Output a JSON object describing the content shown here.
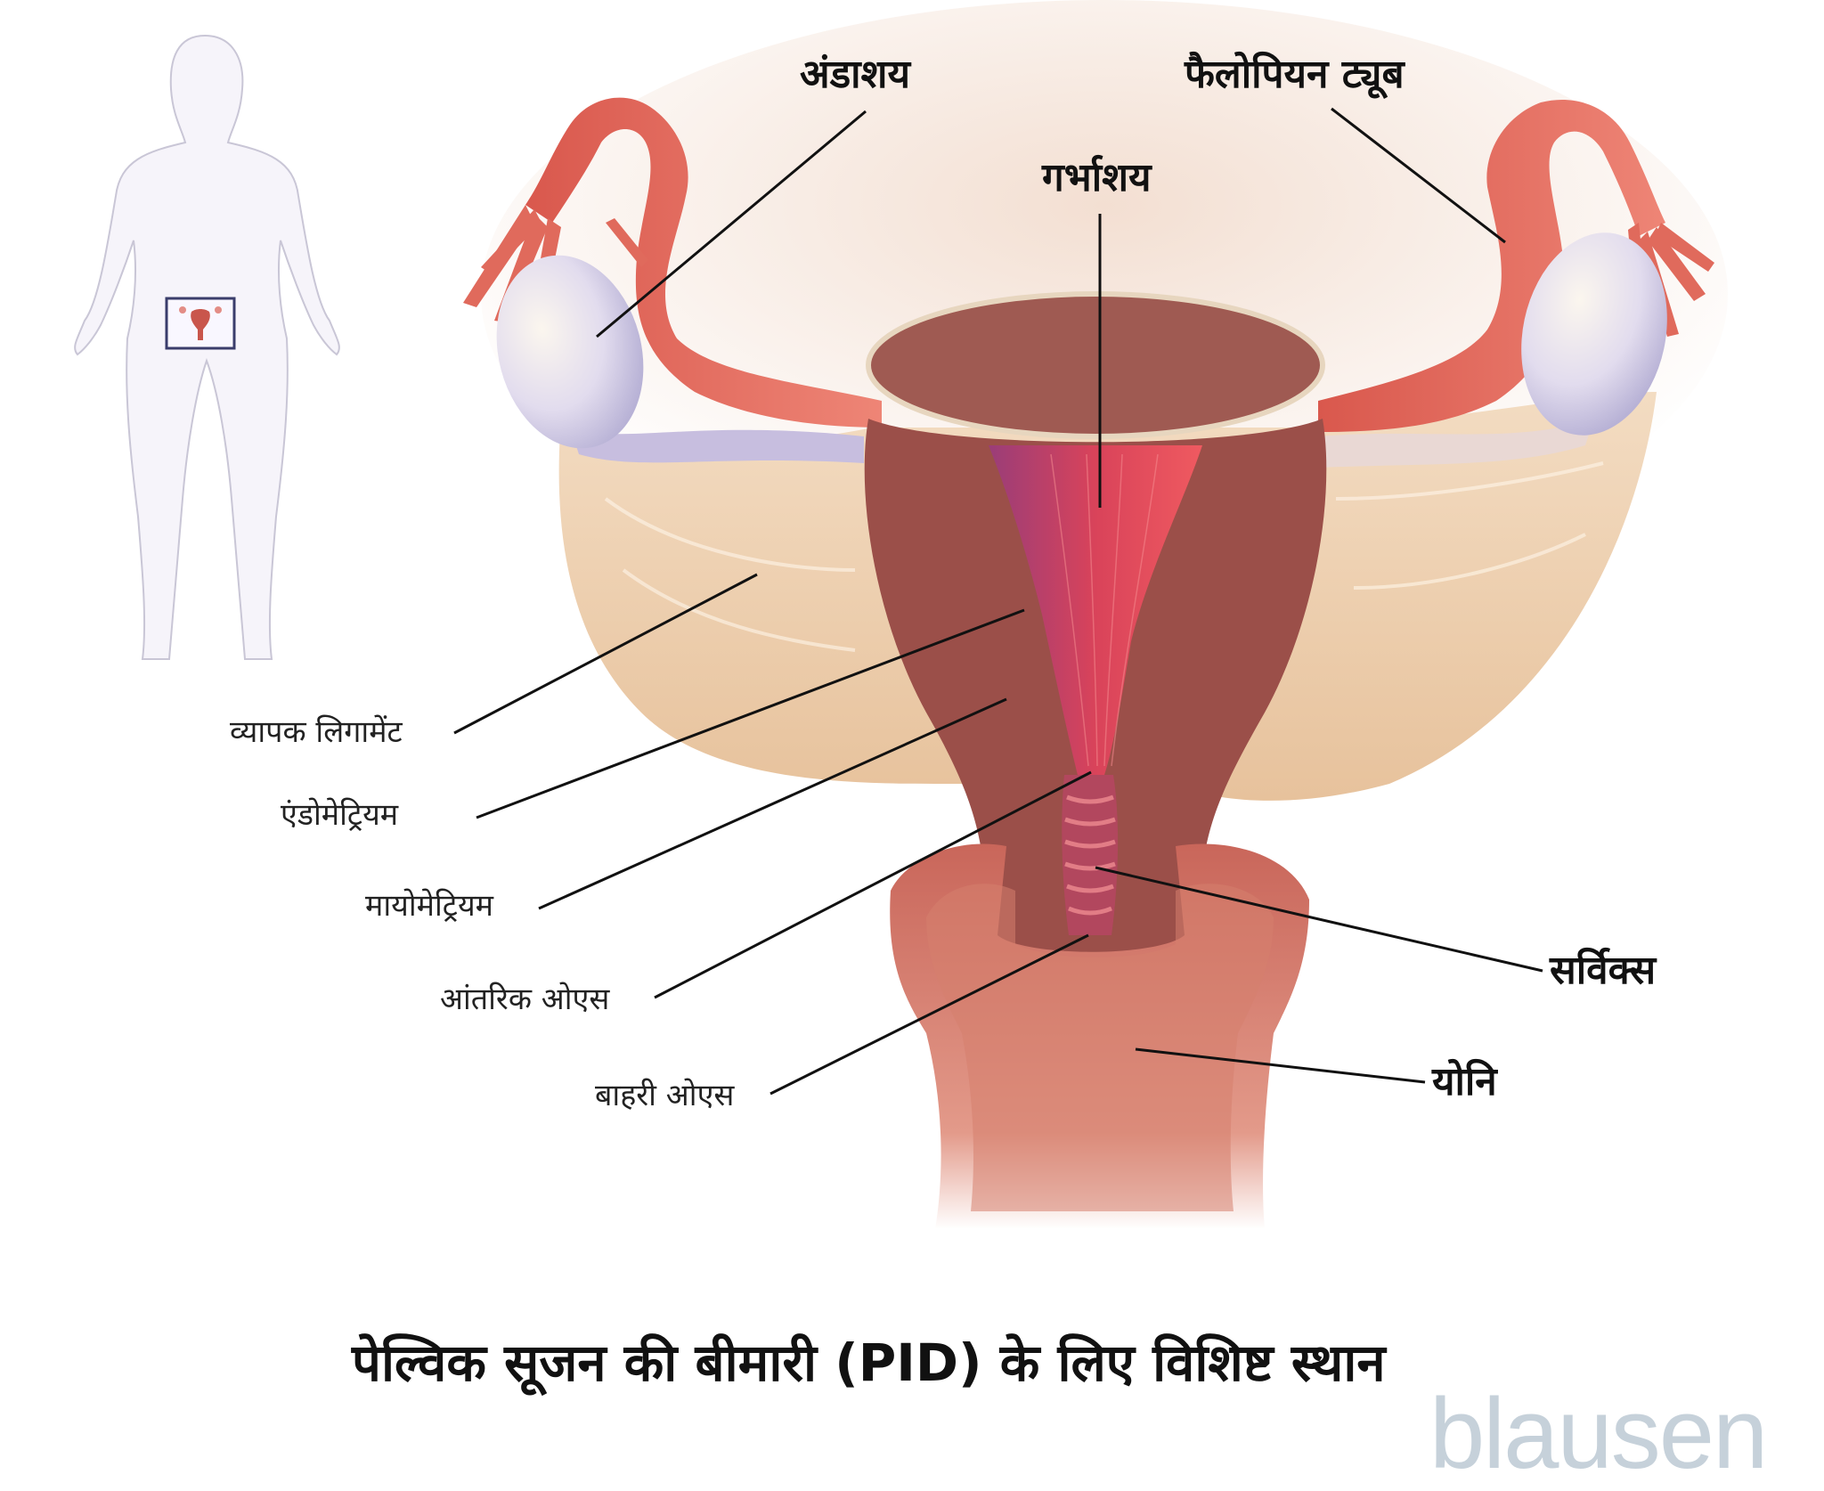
{
  "figure": {
    "title": "पेल्विक सूजन की बीमारी (PID) के लिए विशिष्ट स्थान",
    "brand": "blausen",
    "labels": {
      "ovary": "अंडाशय",
      "fallopian_tube": "फैलोपियन ट्यूब",
      "uterus": "गर्भाशय",
      "broad_ligament": "व्यापक लिगामेंट",
      "endometrium": "एंडोमेट्रियम",
      "myometrium": "मायोमेट्रियम",
      "internal_os": "आंतरिक ओएस",
      "external_os": "बाहरी ओएस",
      "cervix": "सर्विक्स",
      "vagina": "योनि"
    },
    "colors": {
      "tissue": "#9b4f49",
      "endometrium": "#d9435a",
      "tube": "#e06a5c",
      "ovary": "#d8d3ea",
      "ligament": "#edcfae",
      "vagina": "#cf6f60",
      "brand": "#c6d1da",
      "inset_box": "#3a3d6b"
    }
  }
}
